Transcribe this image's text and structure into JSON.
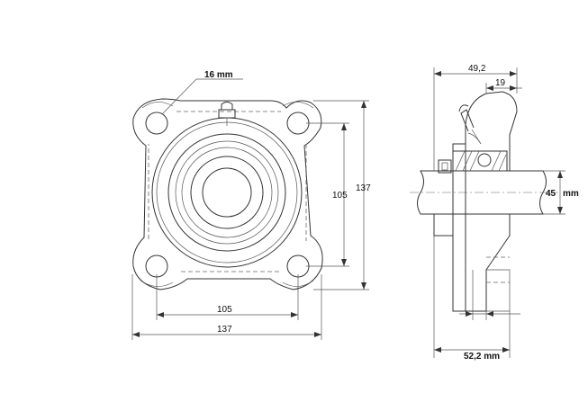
{
  "dimensions": {
    "grease_hole": "16 mm",
    "front_width_bolt": "105",
    "front_width_overall": "137",
    "front_height_bolt": "105",
    "front_height_overall": "137",
    "side_total_length": "49,2",
    "side_flange": "19",
    "side_shaft": "45",
    "side_shaft_unit": "mm",
    "side_base": "52,2 mm"
  }
}
